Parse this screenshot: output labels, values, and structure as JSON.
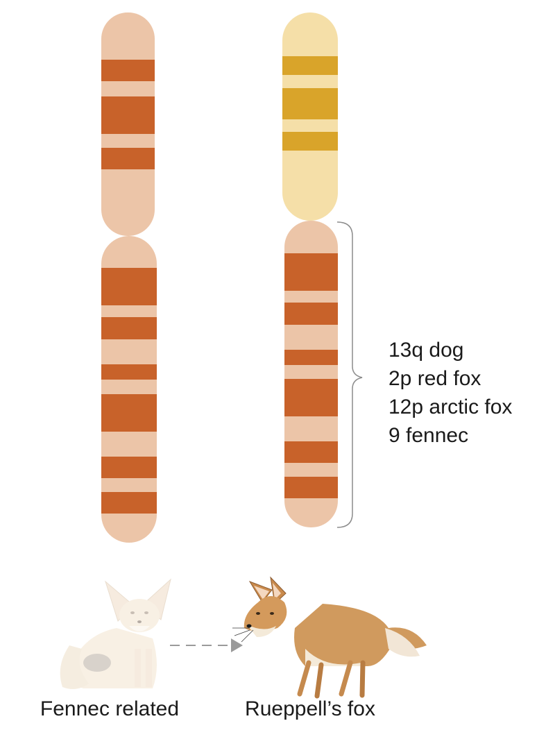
{
  "colors": {
    "left_chromosome": "#ecc5a8",
    "left_bands": "#c8622a",
    "right_upper_arm": "#f5dfa8",
    "right_upper_bands": "#d9a42a",
    "right_lower_arm": "#ecc5a8",
    "right_lower_bands": "#c8622a",
    "bracket": "#8c8c8c",
    "arrow": "#9a9a9a"
  },
  "homology_labels": [
    "13q dog",
    "2p red fox",
    "12p arctic fox",
    "9 fennec"
  ],
  "animals": {
    "left": {
      "label": "Fennec related",
      "icon": "fennec-fox-faded-icon"
    },
    "right": {
      "label": "Rueppell’s fox",
      "icon": "rueppells-fox-icon"
    }
  }
}
